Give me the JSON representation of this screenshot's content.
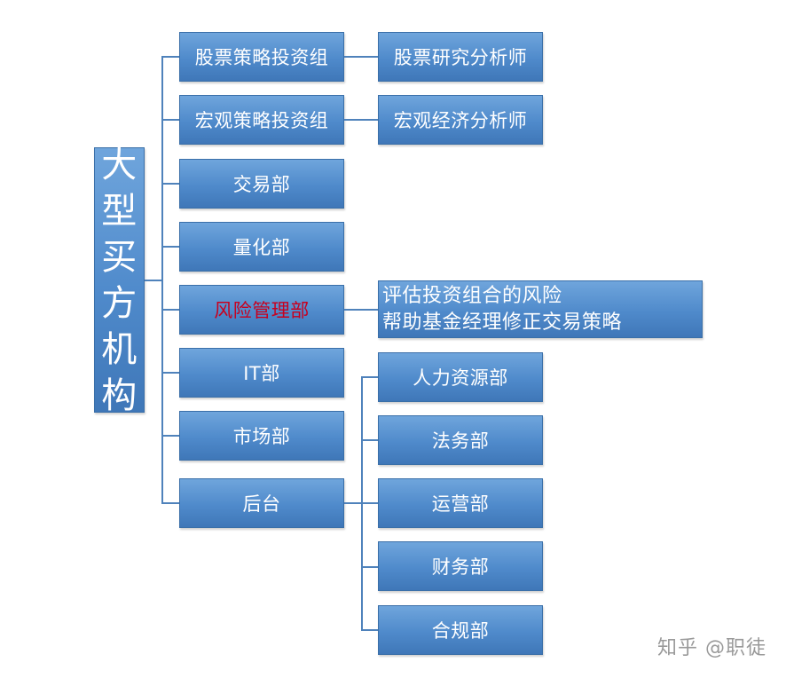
{
  "root": {
    "chars": [
      "大",
      "型",
      "买",
      "方",
      "机",
      "构"
    ]
  },
  "departments": [
    "股票策略投资组",
    "宏观策略投资组",
    "交易部",
    "量化部",
    "风险管理部",
    "IT部",
    "市场部",
    "后台"
  ],
  "equity_child": "股票研究分析师",
  "macro_child": "宏观经济分析师",
  "risk_child": [
    "评估投资组合的风险",
    "帮助基金经理修正交易策略"
  ],
  "backoffice_children": [
    "人力资源部",
    "法务部",
    "运营部",
    "财务部",
    "合规部"
  ],
  "watermark": "知乎 @职徒",
  "colors": {
    "box_fill": "#4f8acb",
    "connector": "#4f82bb",
    "risk_text": "#c8001e"
  }
}
